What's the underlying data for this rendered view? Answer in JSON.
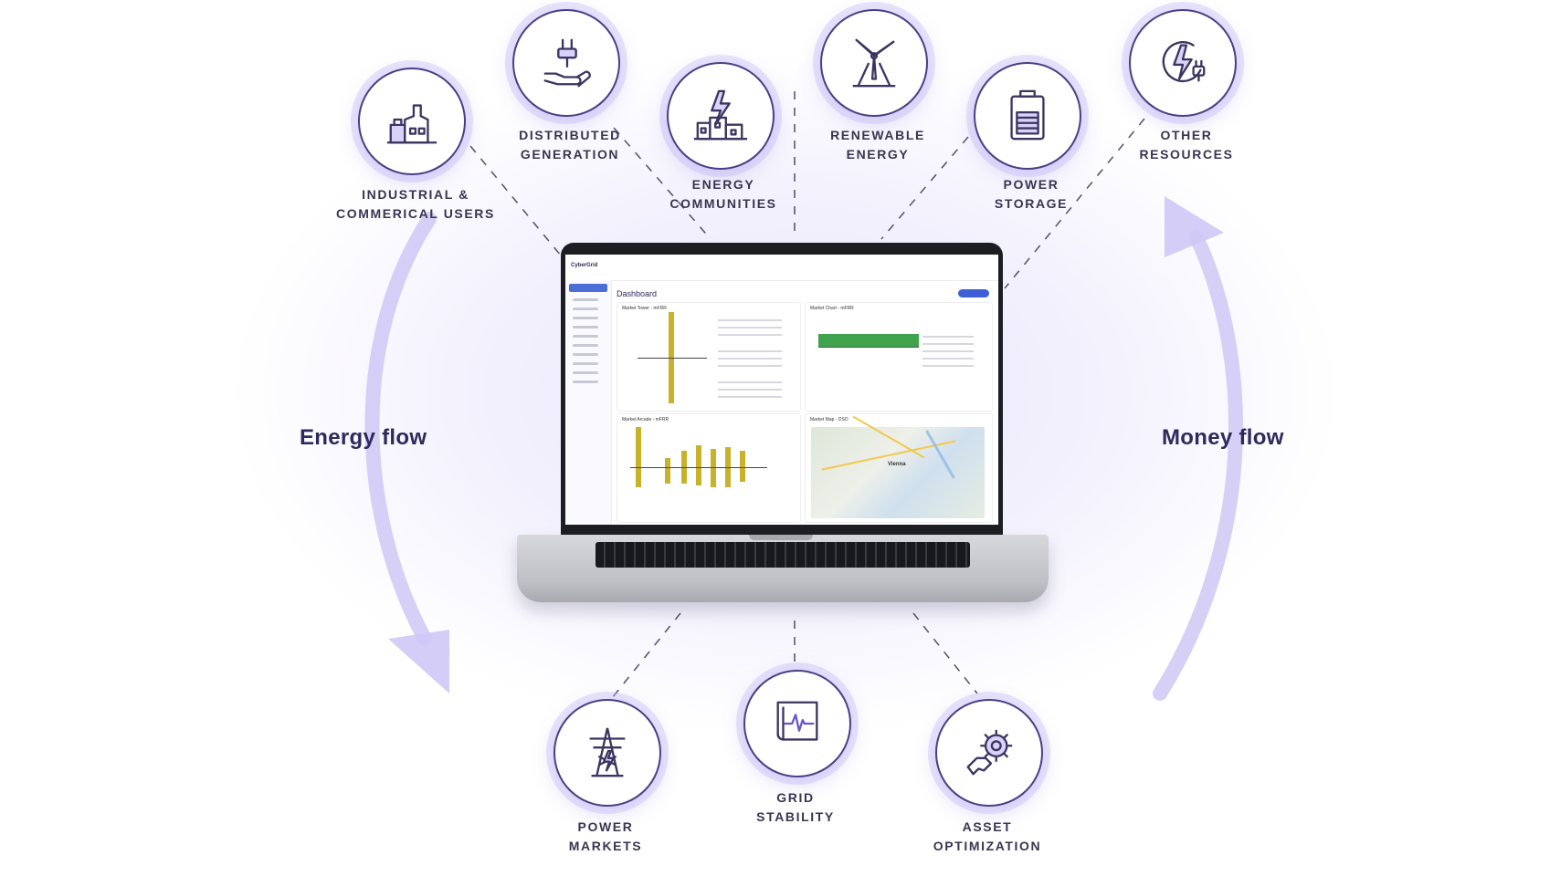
{
  "nodes_top": [
    {
      "label_lines": [
        "INDUSTRIAL &",
        "COMMERICAL USERS"
      ],
      "icon": "factory-icon"
    },
    {
      "label_lines": [
        "DISTRIBUTED",
        "GENERATION"
      ],
      "icon": "plug-hand-icon"
    },
    {
      "label_lines": [
        "ENERGY",
        "COMMUNITIES"
      ],
      "icon": "community-lightning-icon"
    },
    {
      "label_lines": [
        "RENEWABLE",
        "ENERGY"
      ],
      "icon": "wind-turbine-icon"
    },
    {
      "label_lines": [
        "POWER",
        "STORAGE"
      ],
      "icon": "battery-icon"
    },
    {
      "label_lines": [
        "OTHER",
        "RESOURCES"
      ],
      "icon": "energy-resources-icon"
    }
  ],
  "nodes_bottom": [
    {
      "label_lines": [
        "POWER",
        "MARKETS"
      ],
      "icon": "power-pylon-icon"
    },
    {
      "label_lines": [
        "GRID",
        "STABILITY"
      ],
      "icon": "grid-chart-icon"
    },
    {
      "label_lines": [
        "ASSET",
        "OPTIMIZATION"
      ],
      "icon": "gear-hand-icon"
    }
  ],
  "flows": {
    "left": "Energy flow",
    "right": "Money flow"
  },
  "dashboard": {
    "logo": "CyberGrid",
    "title": "Dashboard",
    "panels": [
      "Market Tower - mFRR",
      "Market Chart - mFRR",
      "Market Arcade - mFRR",
      "Market Map - DSO"
    ],
    "map_city": "Vienna"
  },
  "colors": {
    "accent": "#4a3f86",
    "glow": "#c9c0f5",
    "bar": "#c8b22a",
    "chart_green": "#3fa34d",
    "button": "#3e5ed6"
  }
}
